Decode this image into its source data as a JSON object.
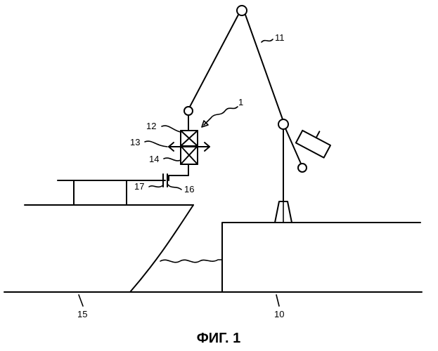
{
  "labels": {
    "device": "1",
    "quay_base": "10",
    "crane_cable": "11",
    "element_12": "12",
    "element_13": "13",
    "element_14": "14",
    "ship": "15",
    "connector_16": "16",
    "connector_17": "17"
  },
  "caption": "ФИГ. 1"
}
